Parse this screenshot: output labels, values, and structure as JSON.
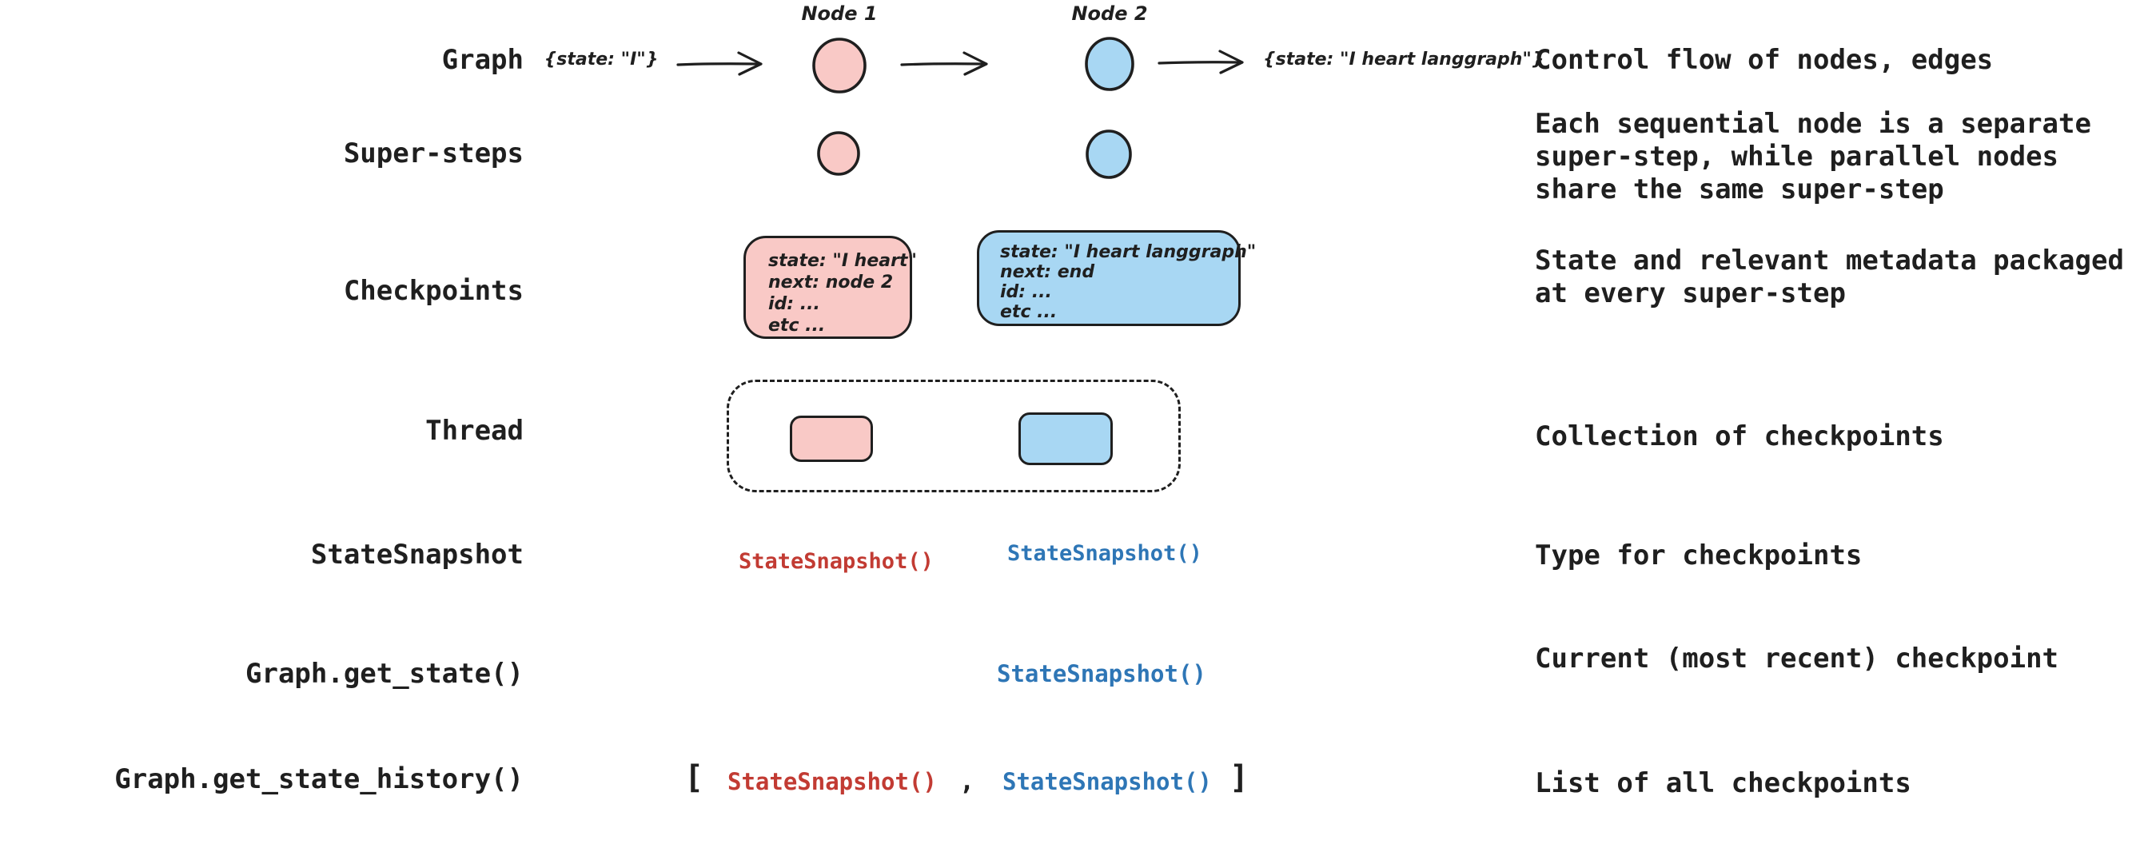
{
  "colors": {
    "pink_fill": "#f9c9c6",
    "blue_fill": "#a8d7f3",
    "red_text": "#c23b33",
    "blue_text": "#2e76b6",
    "ink": "#1f1f1f"
  },
  "rows": [
    {
      "label": "Graph",
      "desc": [
        "Control flow of nodes, edges"
      ]
    },
    {
      "label": "Super-steps",
      "desc": [
        "Each sequential node is a separate",
        "super-step, while parallel nodes",
        "share the same super-step"
      ]
    },
    {
      "label": "Checkpoints",
      "desc": [
        "State and relevant metadata packaged",
        "at every super-step"
      ]
    },
    {
      "label": "Thread",
      "desc": [
        "Collection of checkpoints"
      ]
    },
    {
      "label": "StateSnapshot",
      "desc": [
        "Type for checkpoints"
      ]
    },
    {
      "label": "Graph.get_state()",
      "desc": [
        "Current (most recent) checkpoint"
      ]
    },
    {
      "label": "Graph.get_state_history()",
      "desc": [
        "List of all checkpoints"
      ]
    }
  ],
  "flow": {
    "input_state": "{state: \"I\"}",
    "node1_label": "Node 1",
    "node2_label": "Node 2",
    "output_state": "{state: \"I heart langgraph\"}"
  },
  "checkpoint_boxes": {
    "pink": [
      "state: \"I heart\"",
      "next: node 2",
      "id: ...",
      "etc ..."
    ],
    "blue": [
      "state: \"I heart langgraph\"",
      "next: end",
      "id: ...",
      "etc ..."
    ]
  },
  "snapshots": {
    "label": "StateSnapshot()",
    "bracket_open": "[",
    "comma": ",",
    "bracket_close": "]"
  }
}
